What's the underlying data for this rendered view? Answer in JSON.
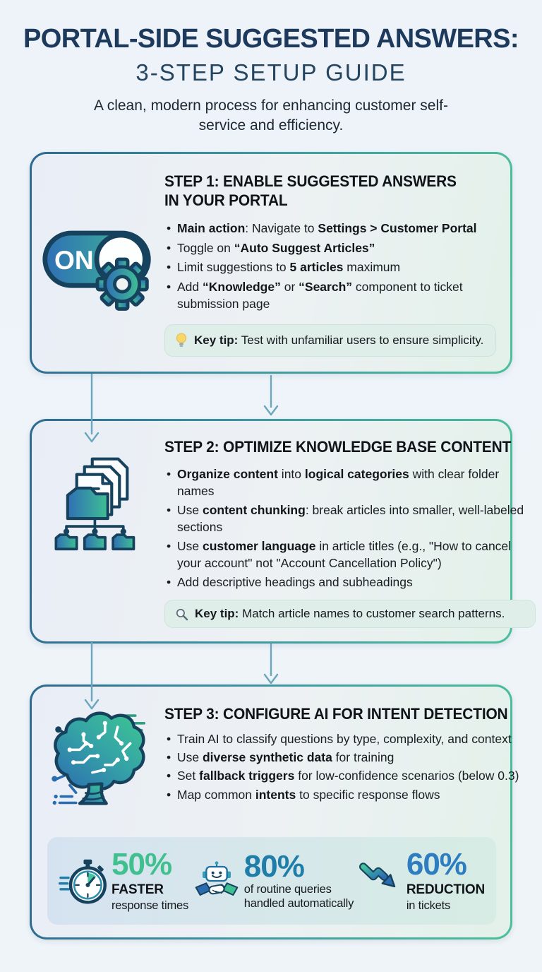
{
  "header": {
    "title_line1": "PORTAL-SIDE SUGGESTED ANSWERS:",
    "title_line2": "3-STEP SETUP GUIDE",
    "subtitle": "A clean, modern process for enhancing customer self-service and efficiency."
  },
  "colors": {
    "navy_outline": "#17425e",
    "gradient_blue": "#2f6fb5",
    "gradient_green": "#3fbf92",
    "flow_arrow": "#6aa6be",
    "stat_green": "#3fc08e",
    "stat_teal": "#1f7ea9",
    "stat_blue": "#2e7dc0"
  },
  "steps": [
    {
      "heading": "STEP 1: ENABLE SUGGESTED ANSWERS\nIN YOUR PORTAL",
      "icon": "toggle-on-gear-icon",
      "icon_label": "ON",
      "bullets": [
        [
          {
            "t": "Main action",
            "b": true
          },
          {
            "t": ": Navigate to ",
            "b": false
          },
          {
            "t": "Settings > Customer Portal",
            "b": true
          }
        ],
        [
          {
            "t": "Toggle on ",
            "b": false
          },
          {
            "t": "“Auto Suggest Articles”",
            "b": true
          }
        ],
        [
          {
            "t": "Limit suggestions to ",
            "b": false
          },
          {
            "t": "5 articles",
            "b": true
          },
          {
            "t": " maximum",
            "b": false
          }
        ],
        [
          {
            "t": "Add ",
            "b": false
          },
          {
            "t": "“Knowledge”",
            "b": true
          },
          {
            "t": " or ",
            "b": false
          },
          {
            "t": "“Search”",
            "b": true
          },
          {
            "t": " component to ticket submission page",
            "b": false
          }
        ]
      ],
      "key_tip": {
        "icon": "lightbulb-icon",
        "label": "Key tip:",
        "text": " Test with unfamiliar users to ensure simplicity."
      }
    },
    {
      "heading": "STEP 2: OPTIMIZE KNOWLEDGE BASE CONTENT",
      "icon": "documents-folder-tree-icon",
      "bullets": [
        [
          {
            "t": "Organize content",
            "b": true
          },
          {
            "t": " into ",
            "b": false
          },
          {
            "t": "logical categories",
            "b": true
          },
          {
            "t": " with clear folder names",
            "b": false
          }
        ],
        [
          {
            "t": "Use ",
            "b": false
          },
          {
            "t": "content chunking",
            "b": true
          },
          {
            "t": ": break articles into smaller, well-labeled sections",
            "b": false
          }
        ],
        [
          {
            "t": "Use ",
            "b": false
          },
          {
            "t": "customer language",
            "b": true
          },
          {
            "t": " in article titles (e.g., \"How to cancel your account\" not \"Account Cancellation Policy\")",
            "b": false
          }
        ],
        [
          {
            "t": "Add descriptive headings and subheadings",
            "b": false
          }
        ]
      ],
      "key_tip": {
        "icon": "magnifier-icon",
        "label": "Key tip:",
        "text": " Match article names to customer search patterns."
      }
    },
    {
      "heading": "STEP 3: CONFIGURE AI FOR INTENT DETECTION",
      "icon": "ai-brain-icon",
      "bullets": [
        [
          {
            "t": "Train AI to classify questions by type, complexity, and context",
            "b": false
          }
        ],
        [
          {
            "t": "Use ",
            "b": false
          },
          {
            "t": "diverse synthetic data",
            "b": true
          },
          {
            "t": " for training",
            "b": false
          }
        ],
        [
          {
            "t": "Set ",
            "b": false
          },
          {
            "t": "fallback triggers",
            "b": true
          },
          {
            "t": " for low-confidence scenarios (below 0.3)",
            "b": false
          }
        ],
        [
          {
            "t": "Map common ",
            "b": false
          },
          {
            "t": "intents",
            "b": true
          },
          {
            "t": " to specific response flows",
            "b": false
          }
        ]
      ]
    }
  ],
  "stats": [
    {
      "icon": "stopwatch-icon",
      "value": "50%",
      "color": "#3fc08e",
      "line1": "FASTER",
      "line2": "response times"
    },
    {
      "icon": "robot-handshake-icon",
      "value": "80%",
      "color": "#1f7ea9",
      "line1": "of routine queries",
      "line2": "handled automatically"
    },
    {
      "icon": "trend-down-arrow-icon",
      "value": "60%",
      "color": "#2e7dc0",
      "line1": "REDUCTION",
      "line2": "in tickets"
    }
  ]
}
